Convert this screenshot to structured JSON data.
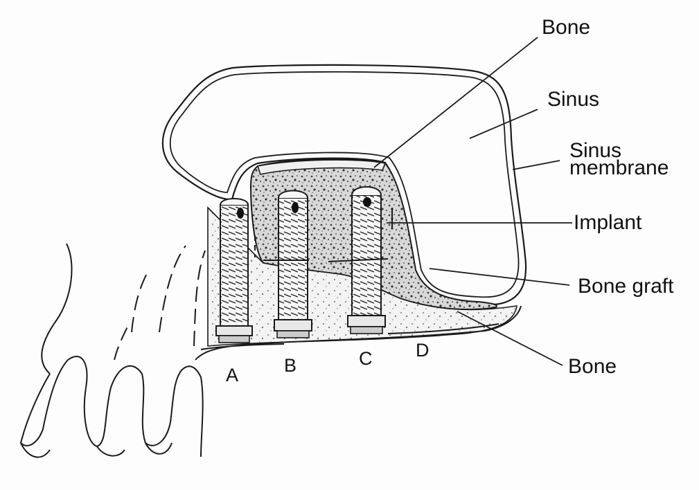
{
  "labels": {
    "bone_top": "Bone",
    "sinus": "Sinus",
    "sinus_membrane_line1": "Sinus",
    "sinus_membrane_line2": "membrane",
    "implant": "Implant",
    "bone_graft": "Bone graft",
    "bone_bottom": "Bone"
  },
  "implant_letters": [
    "A",
    "B",
    "C",
    "D"
  ],
  "colors": {
    "ink": "#1a1a1a",
    "background": "#fdfdfd",
    "graft_fill": "#c9c9c9",
    "bone_fill": "#f2f2f2"
  }
}
